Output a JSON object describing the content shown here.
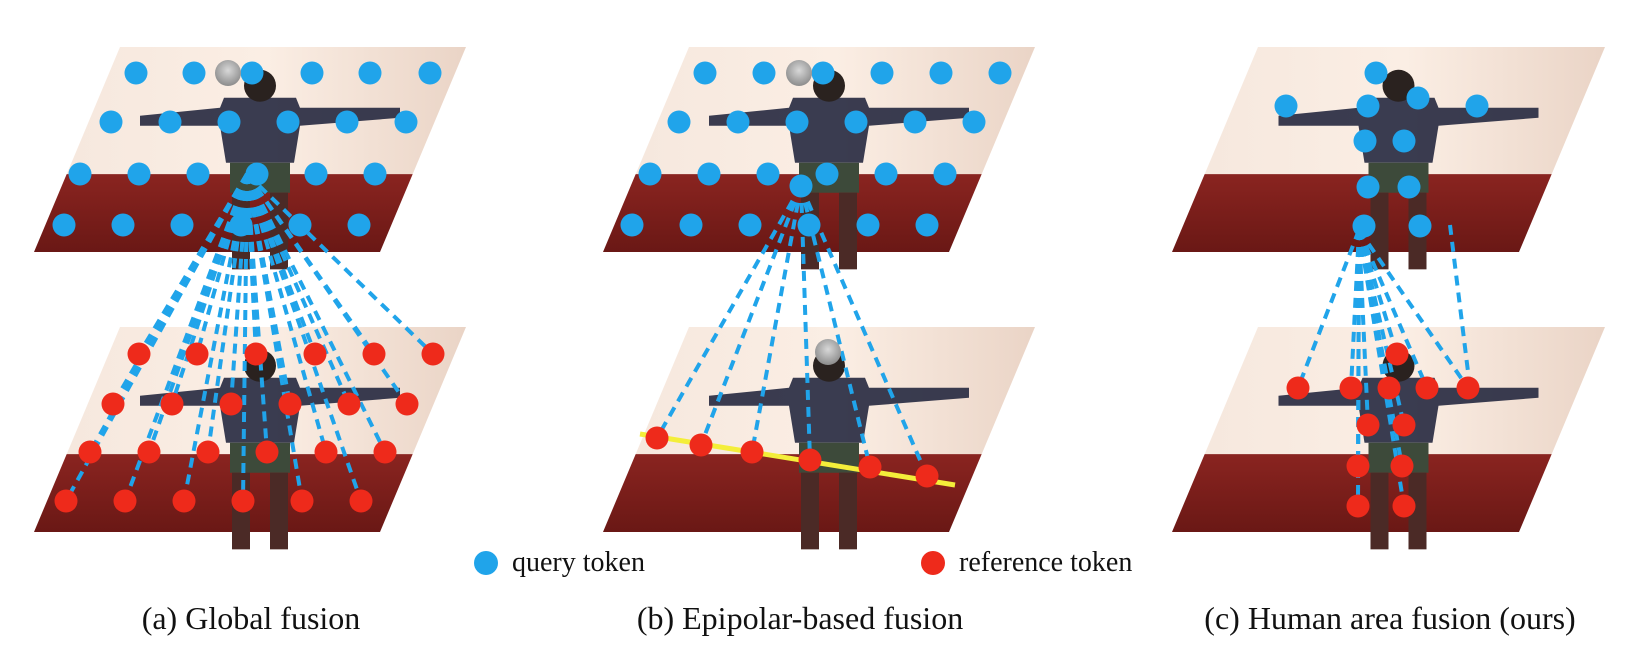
{
  "colors": {
    "query": "#20a4ea",
    "reference": "#ee2a1b",
    "epipolar_line": "#f4ee3a",
    "wall": "#f3e4d8",
    "floor": "#7c1e1b",
    "person": "#25283f"
  },
  "legend": {
    "query_label": "query token",
    "reference_label": "reference token"
  },
  "panels": [
    {
      "id": "global",
      "caption": "(a) Global fusion"
    },
    {
      "id": "epipolar",
      "caption": "(b) Epipolar-based fusion"
    },
    {
      "id": "human",
      "caption": "(c) Human area fusion (ours)"
    }
  ],
  "icons": [
    "query-token-icon",
    "reference-token-icon",
    "face-blur-icon"
  ]
}
